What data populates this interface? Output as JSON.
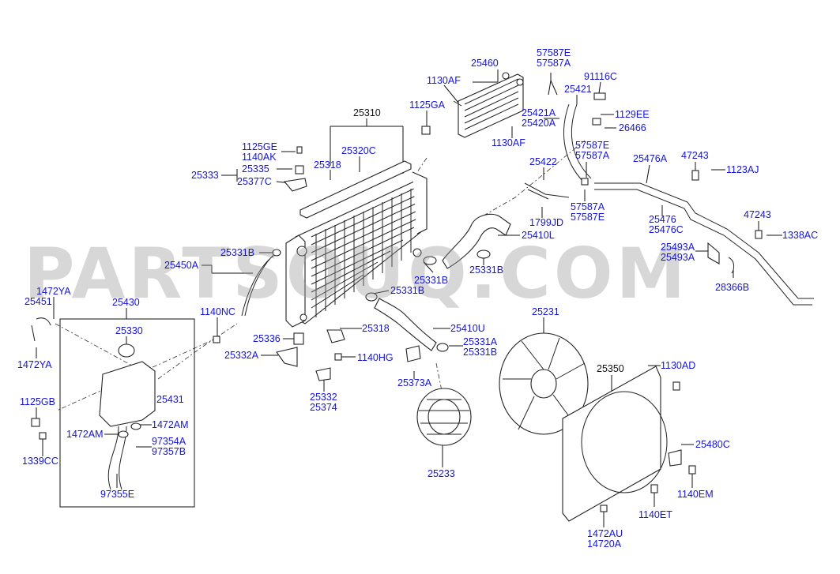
{
  "watermark": "PARTSOUQ.COM",
  "labels": {
    "l25460": "25460",
    "l57587E_1": "57587E",
    "l57587A_1": "57587A",
    "l91116C": "91116C",
    "l1130AF_1": "1130AF",
    "l25421": "25421",
    "l1125GA": "1125GA",
    "l25421A": "25421A",
    "l25420A": "25420A",
    "l1129EE": "1129EE",
    "l26466": "26466",
    "l25310": "25310",
    "l1130AF_2": "1130AF",
    "l57587E_2": "57587E",
    "l57587A_2": "57587A",
    "l1125GE": "1125GE",
    "l1140AK": "1140AK",
    "l25320C": "25320C",
    "l25476A": "25476A",
    "l47243_1": "47243",
    "l25318_1": "25318",
    "l25422": "25422",
    "l1123AJ": "1123AJ",
    "l25333": "25333",
    "l25335": "25335",
    "l25377C": "25377C",
    "l57587A_3": "57587A",
    "l57587E_3": "57587E",
    "l1799JD": "1799JD",
    "l25476": "25476",
    "l25476C": "25476C",
    "l47243_2": "47243",
    "l25410L": "25410L",
    "l1338AC": "1338AC",
    "l25331B_1": "25331B",
    "l25493A_1": "25493A",
    "l25493A_2": "25493A",
    "l25450A": "25450A",
    "l25331B_2": "25331B",
    "l25331B_3": "25331B",
    "l28366B": "28366B",
    "l25331B_4": "25331B",
    "l1472YA_1": "1472YA",
    "l25451": "25451",
    "l25430": "25430",
    "l1140NC": "1140NC",
    "l25231": "25231",
    "l25318_2": "25318",
    "l25410U": "25410U",
    "l25330": "25330",
    "l25336": "25336",
    "l25331A": "25331A",
    "l25331B_5": "25331B",
    "l25332A": "25332A",
    "l1140HG": "1140HG",
    "l1472YA_2": "1472YA",
    "l1130AD": "1130AD",
    "l25350": "25350",
    "l25373A": "25373A",
    "l25431": "25431",
    "l25332": "25332",
    "l25374": "25374",
    "l1125GB": "1125GB",
    "l1472AM_1": "1472AM",
    "l1472AM_2": "1472AM",
    "l97354A": "97354A",
    "l97357B": "97357B",
    "l25480C": "25480C",
    "l1339CC": "1339CC",
    "l25233": "25233",
    "l97355E": "97355E",
    "l1140EM": "1140EM",
    "l1140ET": "1140ET",
    "l1472AU": "1472AU",
    "l14720A": "14720A"
  }
}
